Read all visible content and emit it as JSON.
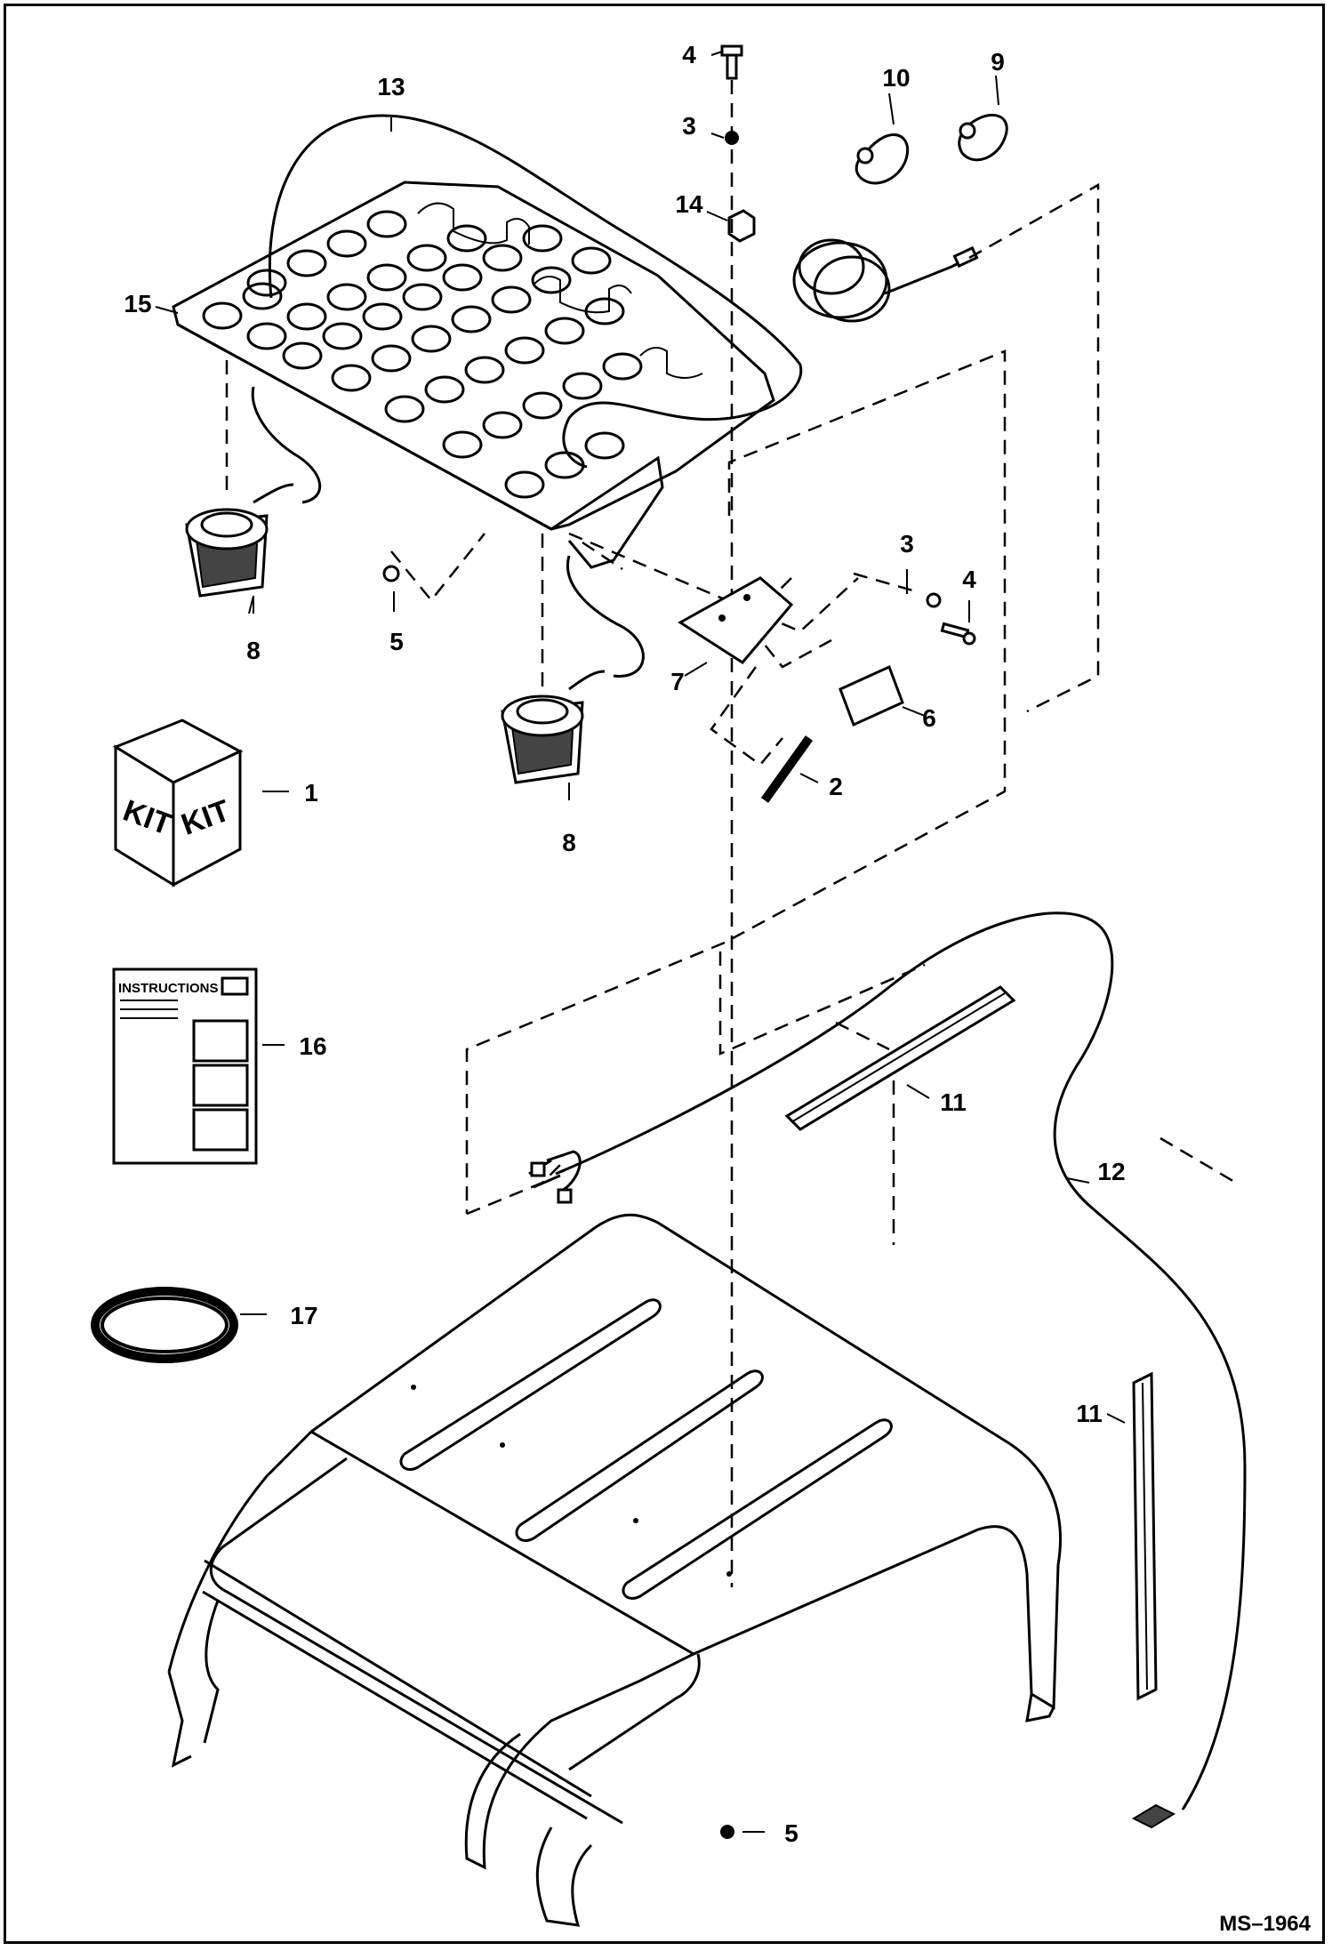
{
  "callouts": [
    {
      "id": "c4a",
      "text": "4"
    },
    {
      "id": "c3a",
      "text": "3"
    },
    {
      "id": "c14",
      "text": "14"
    },
    {
      "id": "c10",
      "text": "10"
    },
    {
      "id": "c9",
      "text": "9"
    },
    {
      "id": "c13",
      "text": "13"
    },
    {
      "id": "c15",
      "text": "15"
    },
    {
      "id": "c8a",
      "text": "8"
    },
    {
      "id": "c5a",
      "text": "5"
    },
    {
      "id": "c3b",
      "text": "3"
    },
    {
      "id": "c4b",
      "text": "4"
    },
    {
      "id": "c7",
      "text": "7"
    },
    {
      "id": "c6",
      "text": "6"
    },
    {
      "id": "c2",
      "text": "2"
    },
    {
      "id": "c8b",
      "text": "8"
    },
    {
      "id": "c1",
      "text": "1"
    },
    {
      "id": "c16",
      "text": "16"
    },
    {
      "id": "c11a",
      "text": "11"
    },
    {
      "id": "c12",
      "text": "12"
    },
    {
      "id": "c17",
      "text": "17"
    },
    {
      "id": "c11b",
      "text": "11"
    },
    {
      "id": "c5b",
      "text": "5"
    }
  ],
  "kit_box": {
    "face_left": "KIT",
    "face_right": "KIT"
  },
  "instructions_sheet": {
    "heading": "INSTRUCTIONS"
  },
  "drawing_id": "MS–1964"
}
